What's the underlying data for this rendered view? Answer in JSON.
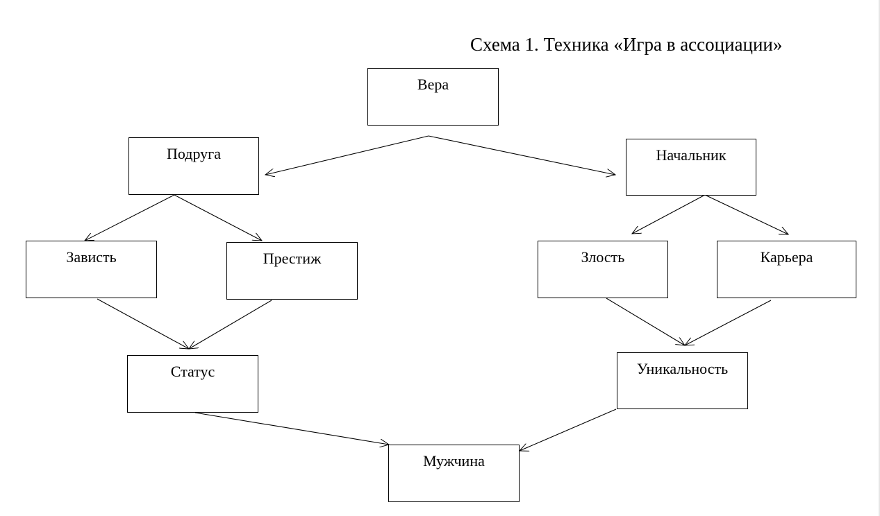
{
  "title": "Схема 1. Техника «Игра в ассоциации»",
  "nodes": {
    "vera": "Вера",
    "podruga": "Подруга",
    "nachalnik": "Начальник",
    "zavist": "Зависть",
    "prestizh": "Престиж",
    "zlost": "Злость",
    "kariera": "Карьера",
    "status": "Статус",
    "unikalnost": "Уникальность",
    "muzhchina": "Мужчина"
  },
  "edges": [
    {
      "from": "Вера",
      "to": "Подруга"
    },
    {
      "from": "Вера",
      "to": "Начальник"
    },
    {
      "from": "Подруга",
      "to": "Зависть"
    },
    {
      "from": "Подруга",
      "to": "Престиж"
    },
    {
      "from": "Начальник",
      "to": "Злость"
    },
    {
      "from": "Начальник",
      "to": "Карьера"
    },
    {
      "from": "Зависть",
      "to": "Статус"
    },
    {
      "from": "Престиж",
      "to": "Статус"
    },
    {
      "from": "Злость",
      "to": "Уникальность"
    },
    {
      "from": "Карьера",
      "to": "Уникальность"
    },
    {
      "from": "Статус",
      "to": "Мужчина"
    },
    {
      "from": "Уникальность",
      "to": "Мужчина"
    }
  ]
}
